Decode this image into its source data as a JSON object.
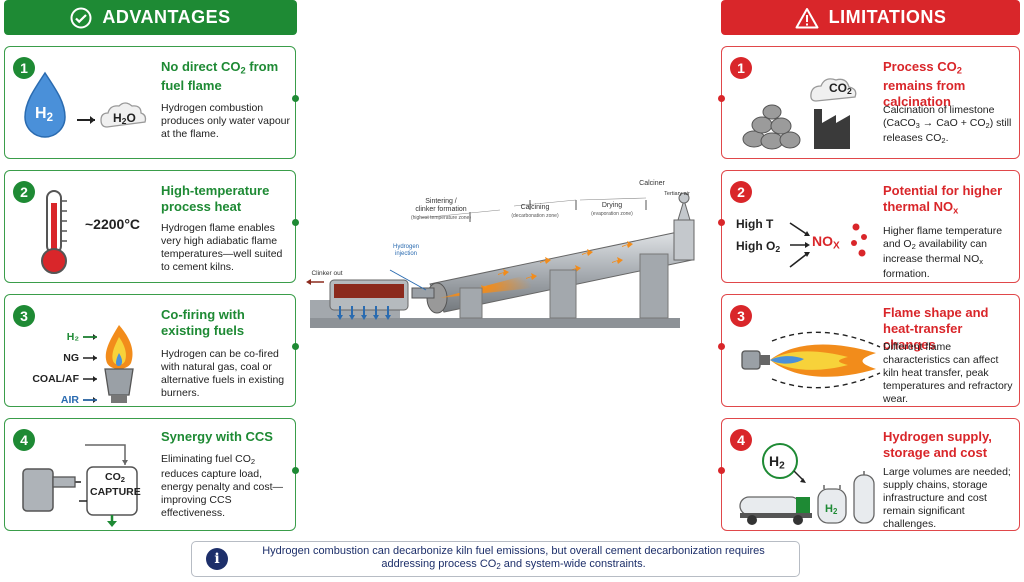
{
  "advantages": {
    "title": "ADVANTAGES",
    "items": [
      {
        "num": "1",
        "title": "No direct CO",
        "title_sub": "2",
        "title_end": " from fuel flame",
        "desc": "Hydrogen combustion produces only water vapour at the flame.",
        "ill_a": "H",
        "ill_a_sub": "2",
        "ill_b": "H",
        "ill_b_sub": "2",
        "ill_b_end": "O"
      },
      {
        "num": "2",
        "title": "High-temperature process heat",
        "desc": "Hydrogen flame enables very high adiabatic flame temperatures—well suited to cement kilns.",
        "temp": "~2200°C"
      },
      {
        "num": "3",
        "title": "Co-firing with existing fuels",
        "desc": "Hydrogen can be co-fired with natural gas, coal or alternative fuels in existing burners.",
        "fuels": [
          "H₂",
          "NG",
          "COAL/AF",
          "AIR"
        ]
      },
      {
        "num": "4",
        "title": "Synergy with CCS",
        "desc_a": "Eliminating fuel CO",
        "desc_sub": "2",
        "desc_b": " reduces capture load, energy penalty and cost—improving CCS effectiveness.",
        "box_a": "CO",
        "box_sub": "2",
        "box_b": "CAPTURE"
      }
    ]
  },
  "limitations": {
    "title": "LIMITATIONS",
    "items": [
      {
        "num": "1",
        "title": "Process CO",
        "title_sub": "2",
        "title_end": " remains from calcination",
        "desc_a": "Calcination of limestone (CaCO",
        "desc_s1": "3",
        "desc_b": " → CaO + CO",
        "desc_s2": "2",
        "desc_c": ") still releases CO",
        "desc_s3": "2",
        "desc_d": ".",
        "cloud": "CO",
        "cloud_sub": "2"
      },
      {
        "num": "2",
        "title": "Potential for higher thermal NO",
        "title_sub": "x",
        "desc_a": "Higher flame temperature and O",
        "desc_s1": "2",
        "desc_b": " availability can increase thermal NO",
        "desc_s2": "x",
        "desc_c": " formation.",
        "high_t": "High T",
        "high_o": "High O",
        "high_o_sub": "2",
        "nox": "NO",
        "nox_sub": "X"
      },
      {
        "num": "3",
        "title": "Flame shape and heat-transfer changes",
        "desc": "Different flame characteristics can affect kiln heat transfer, peak temperatures and refractory wear."
      },
      {
        "num": "4",
        "title": "Hydrogen supply, storage and cost",
        "desc": "Large volumes are needed; supply chains, storage infrastructure and cost remain significant challenges.",
        "bubble": "H",
        "bubble_sub": "2",
        "tank": "H",
        "tank_sub": "2"
      }
    ]
  },
  "kiln": {
    "sintering": "Sintering /",
    "sintering2": "clinker formation",
    "sintering3": "(highest temperature zone)",
    "calcining": "Calcining",
    "calcining2": "(decarbonation zone)",
    "drying": "Drying",
    "drying2": "(evaporation zone)",
    "calciner": "Calciner",
    "tertiary": "Tertiary air",
    "injection": "Hydrogen",
    "injection2": "injection",
    "clinker_out": "Clinker out"
  },
  "footer": {
    "text_a": "Hydrogen combustion can decarbonize kiln fuel emissions, but overall cement decarbonization requires addressing process CO",
    "text_sub": "2",
    "text_b": " and system-wide constraints."
  },
  "colors": {
    "green": "#1e8a34",
    "red": "#d9262a",
    "navy": "#1d2f6a"
  }
}
